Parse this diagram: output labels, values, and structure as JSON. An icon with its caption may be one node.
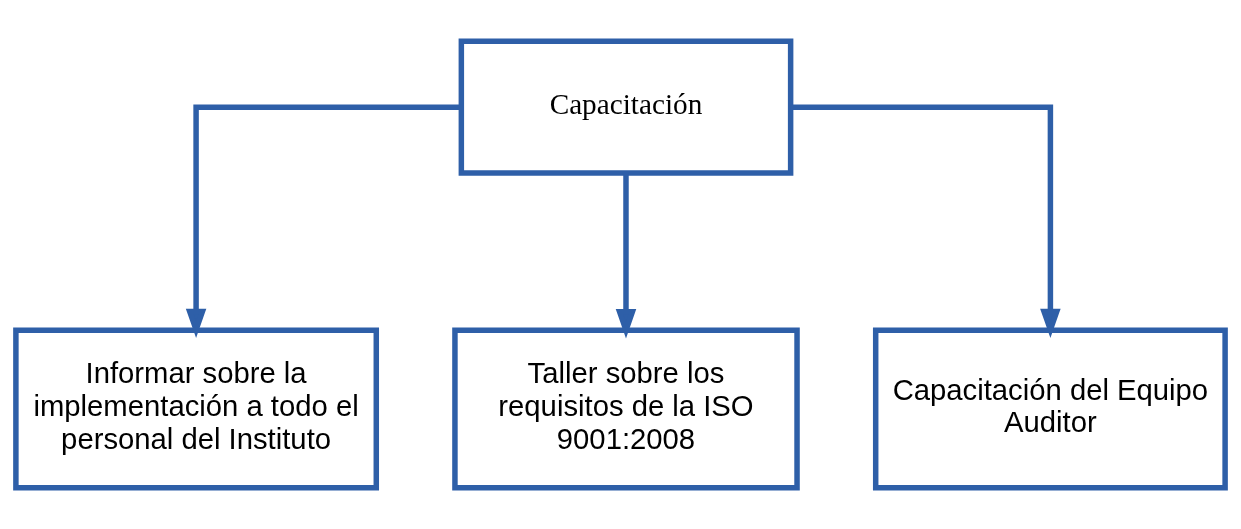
{
  "diagram": {
    "nodes": [
      {
        "text": [
          "Capacitación"
        ]
      },
      {
        "text": [
          "Informar sobre la implementación a todo el personal del Instituto"
        ]
      },
      {
        "text": [
          "Taller sobre los requisitos de la ISO 9001:2008"
        ]
      },
      {
        "text": [
          "Capacitación del Equipo Auditor"
        ]
      }
    ],
    "edges": [
      {
        "from": 0,
        "to": 1,
        "arrow": "to"
      },
      {
        "from": 0,
        "to": 2,
        "arrow": "to"
      },
      {
        "from": 0,
        "to": 3,
        "arrow": "to"
      }
    ]
  }
}
